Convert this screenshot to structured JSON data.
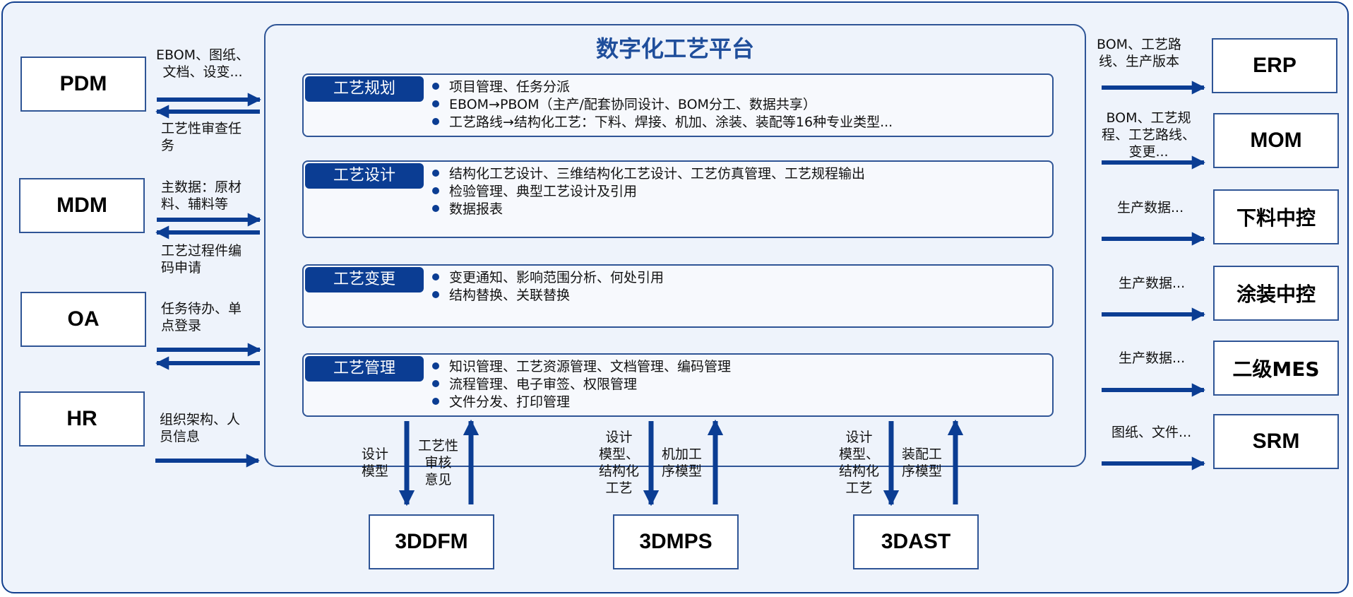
{
  "platform": {
    "title": "数字化工艺平台"
  },
  "modules": [
    {
      "tag": "工艺规划",
      "items": [
        "项目管理、任务分派",
        "EBOM→PBOM（主产/配套协同设计、BOM分工、数据共享）",
        "工艺路线→结构化工艺：下料、焊接、机加、涂装、装配等16种专业类型..."
      ]
    },
    {
      "tag": "工艺设计",
      "items": [
        "结构化工艺设计、三维结构化工艺设计、工艺仿真管理、工艺规程输出",
        "检验管理、典型工艺设计及引用",
        "数据报表"
      ]
    },
    {
      "tag": "工艺变更",
      "items": [
        "变更通知、影响范围分析、何处引用",
        "结构替换、关联替换"
      ]
    },
    {
      "tag": "工艺管理",
      "items": [
        "知识管理、工艺资源管理、文档管理、编码管理",
        "流程管理、电子审签、权限管理",
        "文件分发、打印管理"
      ]
    }
  ],
  "left_systems": [
    {
      "name": "PDM",
      "out_label": [
        "EBOM、图纸、",
        "文档、设变..."
      ],
      "in_label": [
        "工艺性审查任",
        "务"
      ]
    },
    {
      "name": "MDM",
      "out_label": [
        "主数据：原材",
        "料、辅料等"
      ],
      "in_label": [
        "工艺过程件编",
        "码申请"
      ]
    },
    {
      "name": "OA",
      "out_label": [
        "任务待办、单",
        "点登录"
      ]
    },
    {
      "name": "HR",
      "out_label": [
        "组织架构、人",
        "员信息"
      ]
    }
  ],
  "right_systems": [
    {
      "name": "ERP",
      "label": [
        "BOM、工艺路",
        "线、生产版本"
      ]
    },
    {
      "name": "MOM",
      "label": [
        "BOM、工艺规",
        "程、工艺路线、",
        "变更..."
      ]
    },
    {
      "name": "下料中控",
      "label": [
        "生产数据..."
      ]
    },
    {
      "name": "涂装中控",
      "label": [
        "生产数据..."
      ]
    },
    {
      "name": "二级MES",
      "label": [
        "生产数据..."
      ]
    },
    {
      "name": "SRM",
      "label": [
        "图纸、文件..."
      ]
    }
  ],
  "bottom_systems": [
    {
      "name": "3DDFM",
      "down_label": [
        "设计",
        "模型"
      ],
      "up_label": [
        "工艺性",
        "审核",
        "意见"
      ]
    },
    {
      "name": "3DMPS",
      "down_label": [
        "设计",
        "模型、",
        "结构化",
        "工艺"
      ],
      "up_label": [
        "机加工",
        "序模型"
      ]
    },
    {
      "name": "3DAST",
      "down_label": [
        "设计",
        "模型、",
        "结构化",
        "工艺"
      ],
      "up_label": [
        "装配工",
        "序模型"
      ]
    }
  ],
  "colors": {
    "arrow": "#0b3d93",
    "border": "#2f5596",
    "title": "#1f4e9b",
    "background": "#eef3fb"
  }
}
